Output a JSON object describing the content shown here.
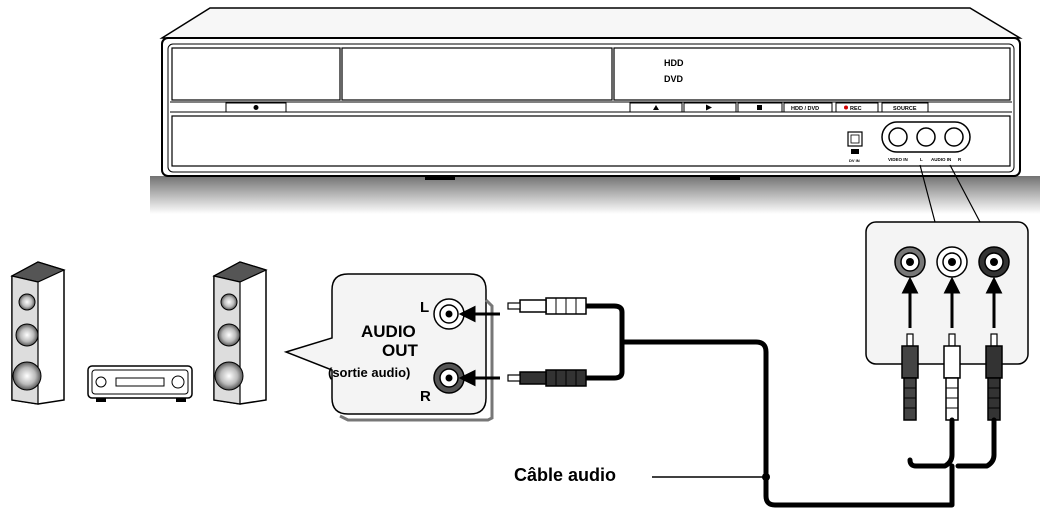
{
  "recorder": {
    "hdd_label": "HDD",
    "dvd_label": "DVD",
    "buttons": [
      "HDD / DVD",
      "REC",
      "SOURCE"
    ],
    "jack_labels": [
      "VIDEO IN",
      "L",
      "AUDIO IN",
      "R"
    ],
    "dv_label": "DV IN"
  },
  "amplifier_panel": {
    "left_label": "L",
    "right_label": "R",
    "audio_label": "AUDIO",
    "out_label": "OUT",
    "sub_label": "(sortie audio)"
  },
  "cable": {
    "label": "Câble audio"
  },
  "colors": {
    "line": "#000000",
    "panel_fill": "#f4f4f4",
    "device_fill": "#ffffff",
    "shadow": "#555555",
    "red_plug": "#3a3a3a",
    "white_plug": "#ffffff",
    "rec_dot": "#d00000"
  }
}
